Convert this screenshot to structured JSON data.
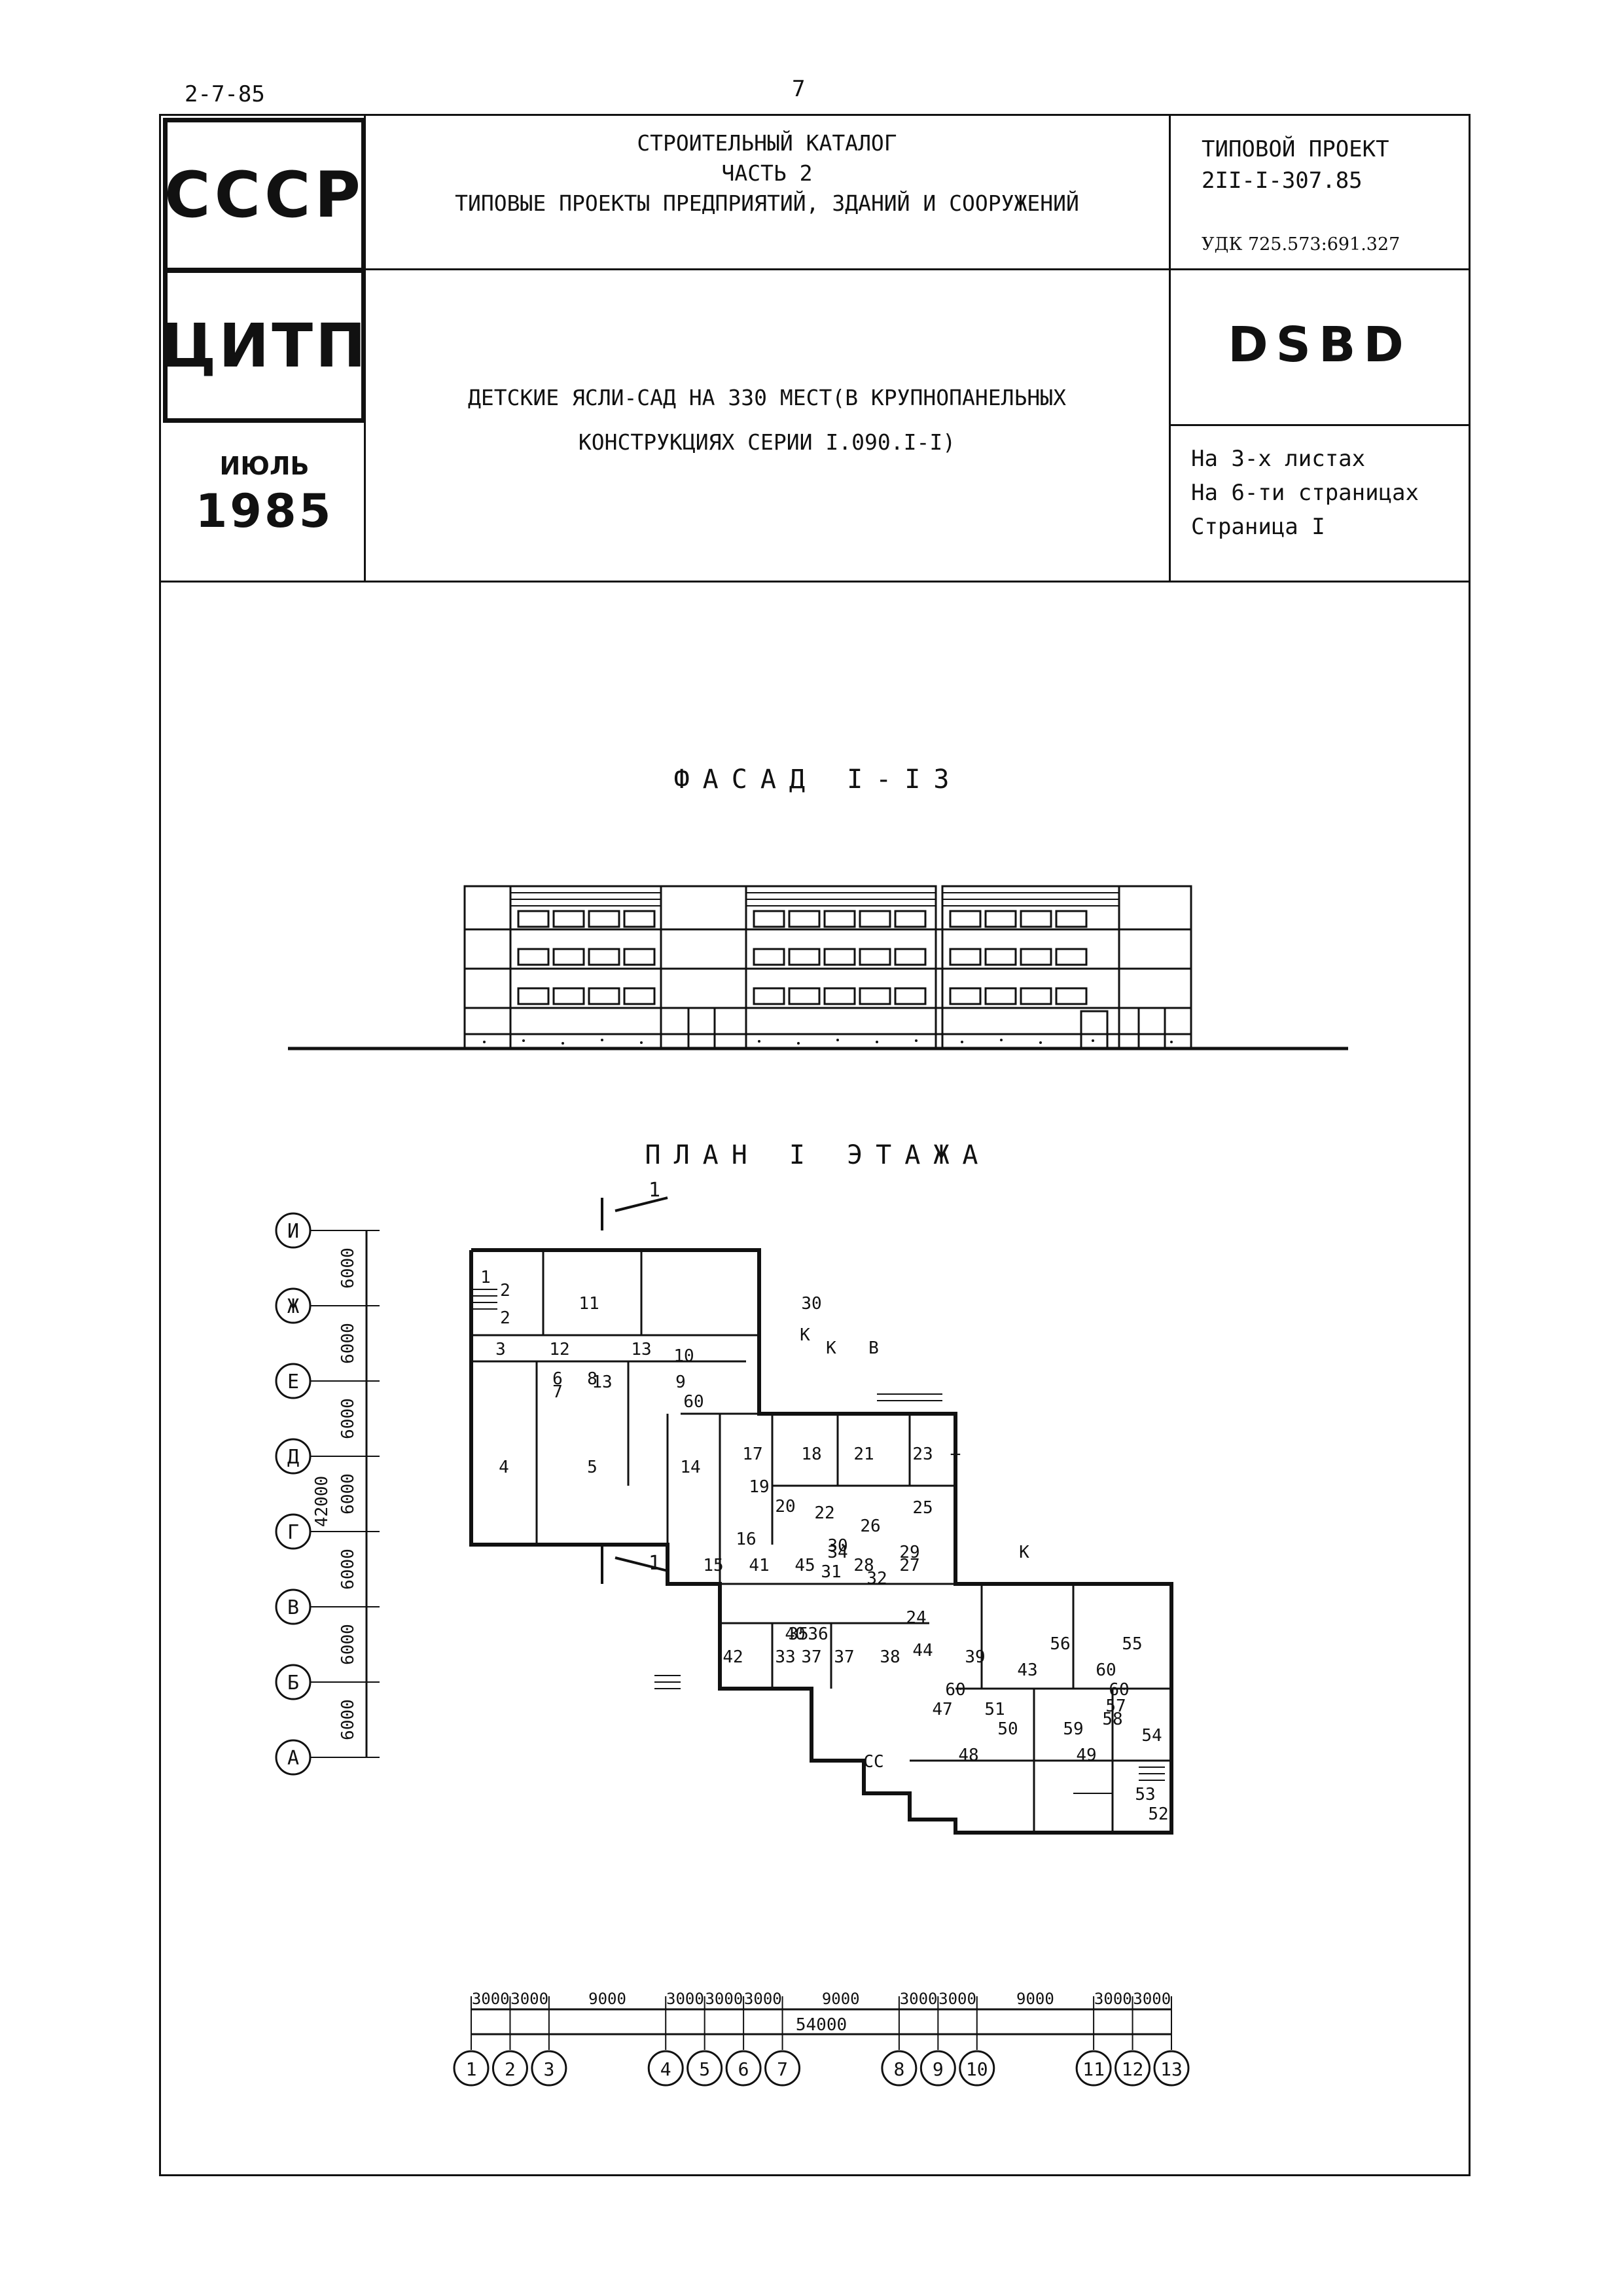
{
  "header": {
    "doc_code": "2-7-85",
    "page_number": "7",
    "left_top": "СССР",
    "left_mid": "ЦИТП",
    "left_month": "ИЮЛЬ",
    "left_year": "1985",
    "catalog_lines": [
      "СТРОИТЕЛЬНЫЙ КАТАЛОГ",
      "ЧАСТЬ 2",
      "ТИПОВЫЕ ПРОЕКТЫ ПРЕДПРИЯТИЙ, ЗДАНИЙ И СООРУЖЕНИЙ"
    ],
    "project_label": "ТИПОВОЙ ПРОЕКТ",
    "project_number": "2II-I-307.85",
    "udk": "УДК 725.573:691.327",
    "code": "DSBD",
    "title_lines": [
      "ДЕТСКИЕ ЯСЛИ-САД НА 330 МЕСТ(В КРУПНОПАНЕЛЬНЫХ",
      "КОНСТРУКЦИЯХ СЕРИИ I.090.I-I)"
    ],
    "sheets_lines": [
      "На 3-х листах",
      "На 6-ти страницах",
      "Страница I"
    ]
  },
  "facade": {
    "caption": "ФАСАД I-I3"
  },
  "plan": {
    "caption": "ПЛАН I ЭТАЖА",
    "row_axes": [
      "И",
      "Ж",
      "Е",
      "Д",
      "Г",
      "В",
      "Б",
      "А"
    ],
    "row_dims": [
      "6000",
      "6000",
      "6000",
      "6000",
      "6000",
      "6000",
      "6000",
      "6000"
    ],
    "row_total": "42000",
    "col_axes": [
      "1",
      "2",
      "3",
      "4",
      "5",
      "6",
      "7",
      "8",
      "9",
      "10",
      "11",
      "12",
      "13"
    ],
    "col_dims": [
      "3000",
      "3000",
      "9000",
      "3000",
      "3000",
      "3000",
      "9000",
      "3000",
      "3000",
      "9000",
      "3000",
      "3000"
    ],
    "col_total": "54000",
    "section_mark": "1",
    "markers": [
      "30",
      "К",
      "К",
      "В",
      "Т",
      "К",
      "СС"
    ],
    "room_labels": [
      "1",
      "2",
      "2",
      "3",
      "4",
      "5",
      "6",
      "7",
      "8",
      "9",
      "10",
      "11",
      "12",
      "13",
      "13",
      "14",
      "15",
      "16",
      "17",
      "18",
      "19",
      "20",
      "21",
      "22",
      "23",
      "24",
      "25",
      "26",
      "27",
      "28",
      "29",
      "30",
      "31",
      "32",
      "33",
      "34",
      "35",
      "36",
      "37",
      "37",
      "38",
      "39",
      "40",
      "41",
      "42",
      "43",
      "44",
      "45",
      "47",
      "48",
      "49",
      "50",
      "51",
      "52",
      "53",
      "54",
      "55",
      "56",
      "57",
      "58",
      "59",
      "60",
      "60",
      "60",
      "60"
    ]
  }
}
